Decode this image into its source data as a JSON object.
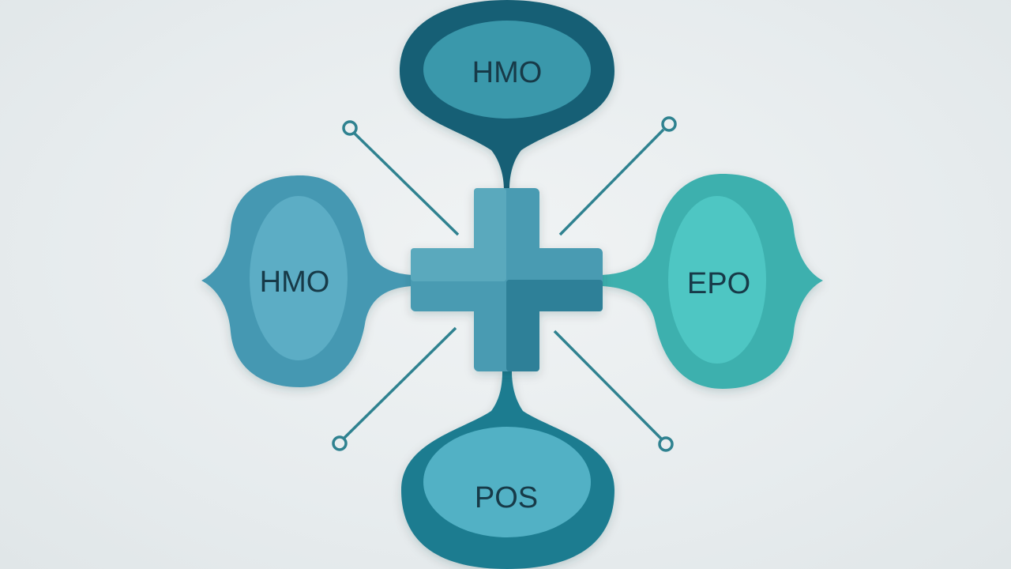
{
  "diagram": {
    "nodes": {
      "top": {
        "label": "HMO",
        "outer": "#175f74",
        "inner": "#3a98ab"
      },
      "left": {
        "label": "HMO",
        "outer": "#4598b2",
        "inner": "#5cadc5"
      },
      "right": {
        "label": "EPO",
        "outer": "#3cb0ae",
        "inner": "#4ec6c3"
      },
      "bottom": {
        "label": "POS",
        "outer": "#1d7b90",
        "inner": "#52b1c5"
      }
    },
    "colors": {
      "connector": "#2f8290",
      "cross_light": "#5aa9bd",
      "cross_mid": "#4a9bb2",
      "cross_dark": "#2f8098"
    }
  }
}
